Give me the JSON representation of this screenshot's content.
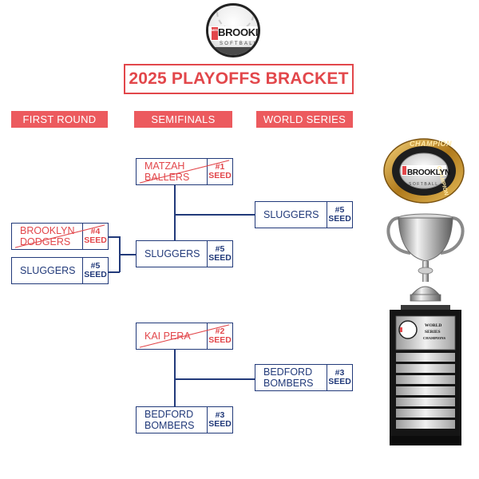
{
  "logo": {
    "badge": "MENS",
    "word": "BROOKLYN",
    "sub": "SOFTBALL"
  },
  "title": "2025 PLAYOFFS BRACKET",
  "columns": {
    "first_round": "FIRST ROUND",
    "semifinals": "SEMIFINALS",
    "world_series": "WORLD SERIES"
  },
  "seed_label": "SEED",
  "teams": {
    "matzah": {
      "name": "MATZAH\nBALLERS",
      "seed_num": "#1"
    },
    "brooklyn": {
      "name": "BROOKLYN\nDODGERS",
      "seed_num": "#4"
    },
    "sluggers_r1": {
      "name": "SLUGGERS",
      "seed_num": "#5"
    },
    "sluggers_sf": {
      "name": "SLUGGERS",
      "seed_num": "#5"
    },
    "sluggers_ws": {
      "name": "SLUGGERS",
      "seed_num": "#5"
    },
    "kaipera": {
      "name": "KAI PERA",
      "seed_num": "#2"
    },
    "bedford_sf": {
      "name": "BEDFORD\nBOMBERS",
      "seed_num": "#3"
    },
    "bedford_ws": {
      "name": "BEDFORD\nBOMBERS",
      "seed_num": "#3"
    }
  },
  "ring": {
    "top_text": "CHAMPION",
    "side_text": "CHAMPION",
    "word": "BROOKLYN",
    "sub": "SOFTBALL"
  },
  "plaque": {
    "line1": "WORLD",
    "line2": "SERIES",
    "line3": "CHAMPIONS"
  },
  "colors": {
    "accent_red": "#e2474b",
    "navy": "#223a7a",
    "header_red": "#ec5a5e",
    "gold": "#c9982b"
  }
}
